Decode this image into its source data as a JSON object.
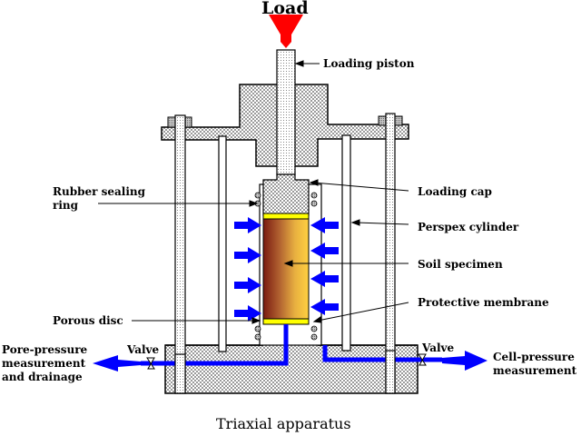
{
  "title": "Triaxial apparatus",
  "load_label": "Load",
  "labels": {
    "loading_piston": "Loading piston",
    "loading_cap": "Loading cap",
    "rubber_sealing_ring_line1": "Rubber sealing",
    "rubber_sealing_ring_line2": "ring",
    "perspex_cylinder": "Perspex cylinder",
    "soil_specimen": "Soil specimen",
    "protective_membrane": "Protective membrane",
    "porous_disc": "Porous disc",
    "valve_left": "Valve",
    "valve_right": "Valve",
    "pore_pressure_line1": "Pore-pressure",
    "pore_pressure_line2": "measurement",
    "pore_pressure_line3": "and drainage",
    "cell_pressure_line1": "Cell-pressure",
    "cell_pressure_line2": "measurement"
  },
  "colors": {
    "load_arrow": "#ff0000",
    "pressure_arrows": "#0000ff",
    "porous_disc": "#ffff00",
    "hatch": "#b8b8b8",
    "nut": "#8c8c8c"
  }
}
